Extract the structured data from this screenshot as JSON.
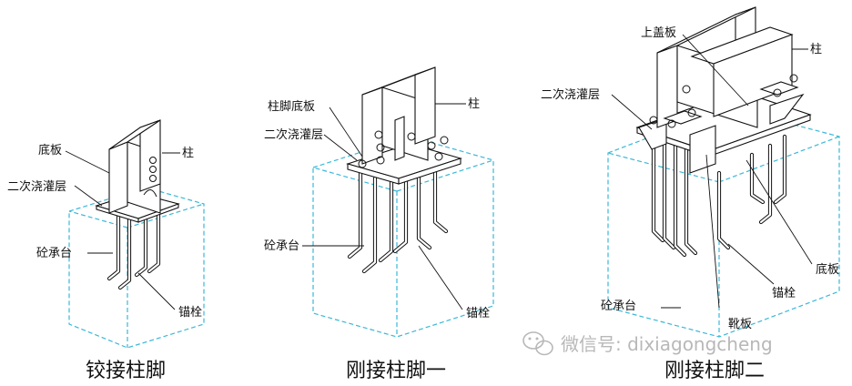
{
  "figures": [
    {
      "caption": "铰接柱脚",
      "labels": {
        "base_plate": "底板",
        "column": "柱",
        "grout": "二次浇灌层",
        "pile_cap": "砼承台",
        "anchor_bolt": "锚栓"
      }
    },
    {
      "caption": "刚接柱脚一",
      "labels": {
        "base_plate": "柱脚底板",
        "column": "柱",
        "grout": "二次浇灌层",
        "pile_cap": "砼承台",
        "anchor_bolt": "锚栓"
      }
    },
    {
      "caption": "刚接柱脚二",
      "labels": {
        "top_plate": "上盖板",
        "column": "柱",
        "grout": "二次浇灌层",
        "pile_cap": "砼承台",
        "base_plate": "底板",
        "anchor_bolt": "锚栓",
        "stiffener": "靴板"
      }
    }
  ],
  "watermark": {
    "text": "微信号: dixiagongcheng",
    "icon": "wechat-icon"
  },
  "colors": {
    "concrete_outline": "#3ab8d8",
    "line": "#111111",
    "watermark": "#b8b8b8"
  }
}
